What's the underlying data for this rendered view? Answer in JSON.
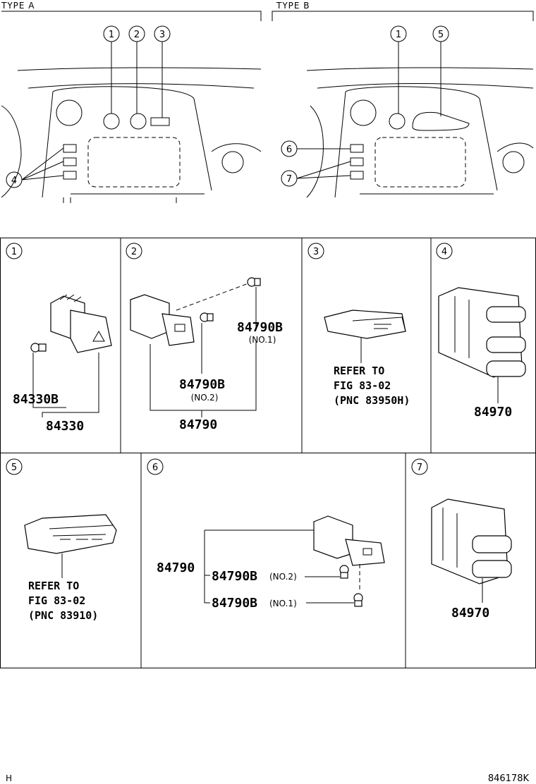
{
  "header": {
    "type_a": "TYPE A",
    "type_b": "TYPE B"
  },
  "callouts": [
    "1",
    "2",
    "3",
    "4",
    "5",
    "6",
    "7"
  ],
  "panels": {
    "p1": {
      "num": "1",
      "part_a": "84330B",
      "part_b": "84330"
    },
    "p2": {
      "num": "2",
      "part_no1": "84790B",
      "no1": "(NO.1)",
      "part_no2": "84790B",
      "no2": "(NO.2)",
      "part_main": "84790"
    },
    "p3": {
      "num": "3",
      "ref1": "REFER TO",
      "ref2": "FIG 83-02",
      "ref3": "(PNC 83950H)"
    },
    "p4": {
      "num": "4",
      "part": "84970"
    },
    "p5": {
      "num": "5",
      "ref1": "REFER TO",
      "ref2": "FIG 83-02",
      "ref3": "(PNC 83910)"
    },
    "p6": {
      "num": "6",
      "part_main": "84790",
      "part_no2": "84790B",
      "no2": "(NO.2)",
      "part_no1": "84790B",
      "no1": "(NO.1)"
    },
    "p7": {
      "num": "7",
      "part": "84970"
    }
  },
  "footer": {
    "left": "H",
    "right": "846178K"
  }
}
